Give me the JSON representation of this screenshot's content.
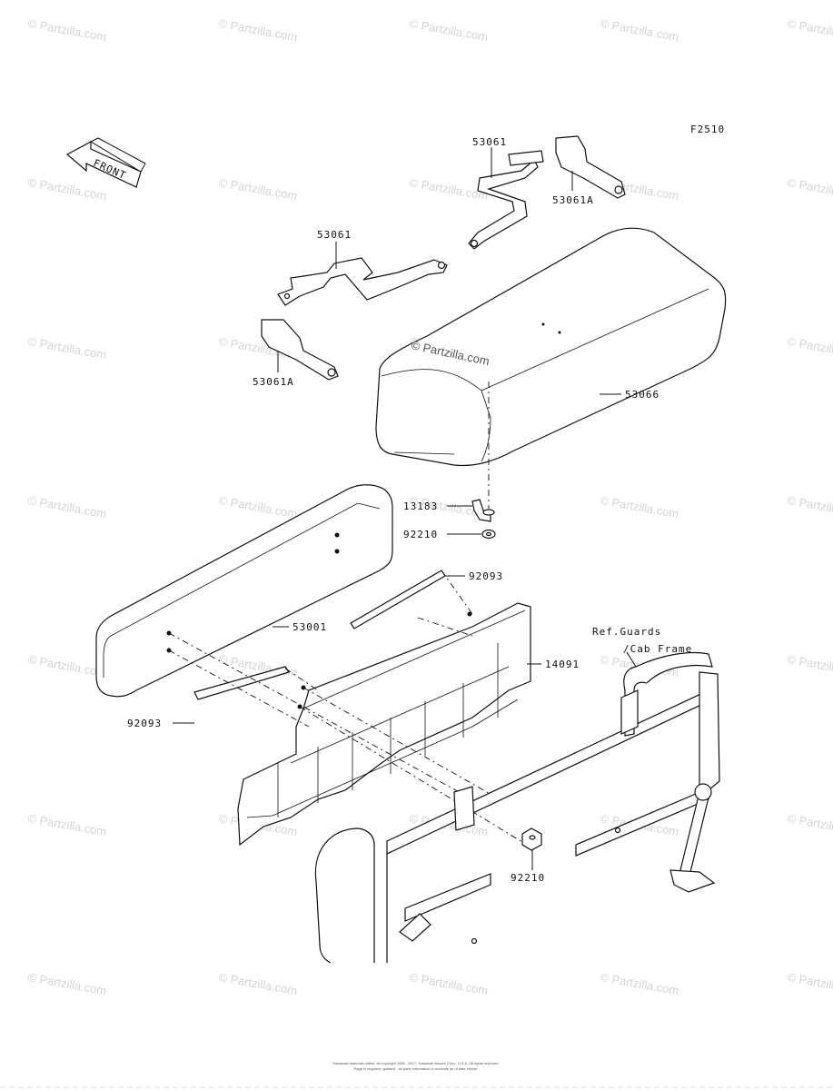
{
  "diagram_code": "F2510",
  "front_arrow": {
    "text": "FRONT"
  },
  "callouts": {
    "c53061_top": "53061",
    "c53061a_top": "53061A",
    "c53061_left": "53061",
    "c53061a_left": "53061A",
    "c53066": "53066",
    "c13183": "13183",
    "c92210_top": "92210",
    "c92093_right": "92093",
    "c53001": "53001",
    "c14091": "14091",
    "c92093_left": "92093",
    "c92210_bottom": "92210",
    "ref_line1": "Ref.Guards",
    "ref_line2": "/Cab Frame"
  },
  "watermark": {
    "text": "© Partzilla.com"
  },
  "center_watermark": "© Partzilla.com",
  "footer": {
    "line1": "Kawasaki materials within, all copyright 1995 - 2017, Kawasaki Motors Corp., U.S.A. All rights reserved.",
    "line2": "Page is regularly updated - all parts information is accurate as of date shown."
  }
}
